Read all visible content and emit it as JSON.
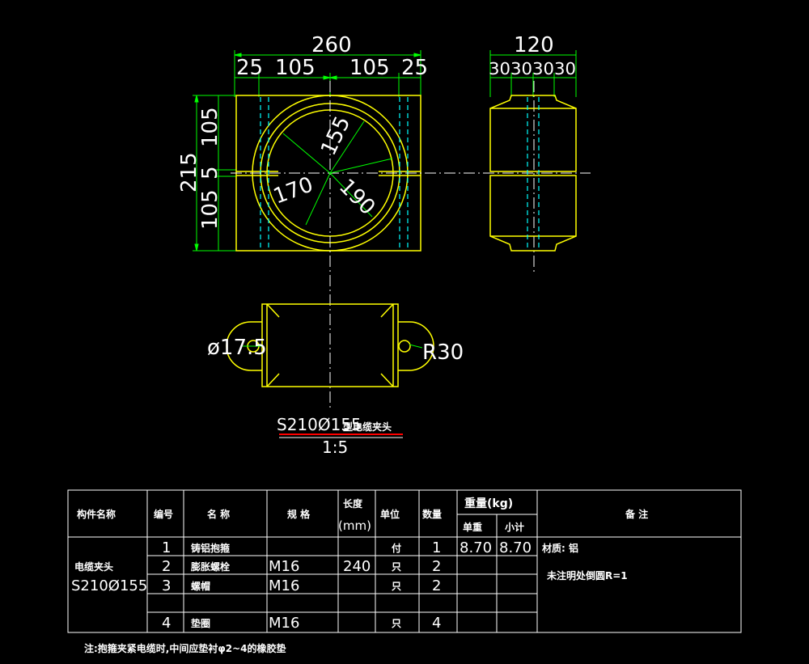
{
  "dims": {
    "total_width": "260",
    "w1": "25",
    "w2": "105",
    "w3": "105",
    "w4": "25",
    "total_height": "215",
    "h1": "105",
    "h2": "5",
    "h3": "105",
    "r155": "155",
    "r170": "170",
    "r190": "190",
    "side_width": "120",
    "side_parts": "30303030",
    "hole_dia": "ø17.5",
    "radius": "R30"
  },
  "caption": {
    "code": "S210Ø155",
    "title": "型电缆夹头",
    "scale": "1:5"
  },
  "table": {
    "headers": {
      "part_name": "构件名称",
      "no": "编号",
      "name": "名 称",
      "spec": "规 格",
      "length": "长度",
      "length_unit": "(mm)",
      "unit": "单位",
      "qty": "数量",
      "weight": "重量(kg)",
      "unit_weight": "单重",
      "subtotal": "小计",
      "remark": "备 注"
    },
    "part": {
      "name": "电缆夹头",
      "code": "S210Ø155"
    },
    "rows": [
      {
        "no": "1",
        "name": "铸铝抱箍",
        "spec": "",
        "length": "",
        "unit": "付",
        "qty": "1",
        "unit_weight": "8.70",
        "subtotal": "8.70"
      },
      {
        "no": "2",
        "name": "膨胀螺栓",
        "spec": "M16",
        "length": "240",
        "unit": "只",
        "qty": "2",
        "unit_weight": "",
        "subtotal": ""
      },
      {
        "no": "3",
        "name": "螺帽",
        "spec": "M16",
        "length": "",
        "unit": "只",
        "qty": "2",
        "unit_weight": "",
        "subtotal": ""
      },
      {
        "no": "4",
        "name": "垫圈",
        "spec": "M16",
        "length": "",
        "unit": "只",
        "qty": "4",
        "unit_weight": "",
        "subtotal": ""
      }
    ],
    "remarks": {
      "material": "材质: 铝",
      "fillet": "未注明处倒圆R=1"
    }
  },
  "note": "注:抱箍夹紧电缆时,中间应垫衬φ2~4的橡胶垫",
  "colors": {
    "outline": "#ffff00",
    "dimension": "#00ff00",
    "hidden": "#00ffff",
    "text": "#ffffff",
    "underline": "#ff0000"
  }
}
